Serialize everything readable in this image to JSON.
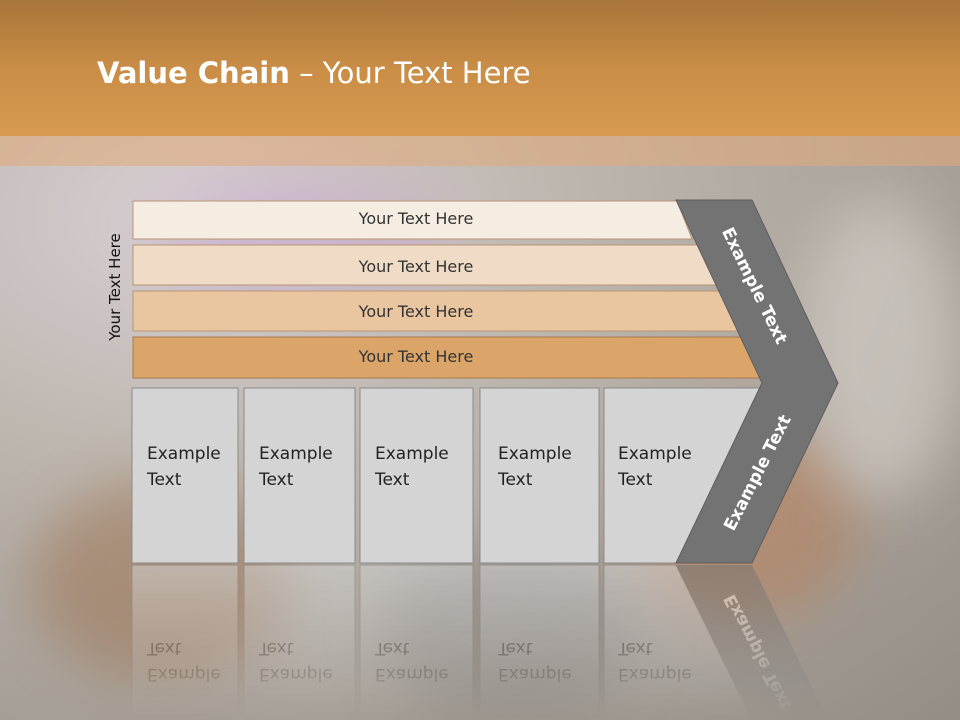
{
  "slide": {
    "title_bold": "Value Chain",
    "title_rest": " – Your Text Here",
    "side_label": "Your Text Here"
  },
  "bars": [
    {
      "label": "Your Text Here",
      "color": "#f5ece2"
    },
    {
      "label": "Your Text Here",
      "color": "#f0dcc6"
    },
    {
      "label": "Your Text Here",
      "color": "#e9c6a0"
    },
    {
      "label": "Your Text Here",
      "color": "#dba468"
    }
  ],
  "boxes": [
    {
      "line1": "Example",
      "line2": "Text"
    },
    {
      "line1": "Example",
      "line2": "Text"
    },
    {
      "line1": "Example",
      "line2": "Text"
    },
    {
      "line1": "Example",
      "line2": "Text"
    },
    {
      "line1": "Example",
      "line2": "Text"
    }
  ],
  "chevron": {
    "upper_label": "Example Text",
    "lower_label": "Example Text",
    "color": "#737373"
  },
  "colors": {
    "header": "#c98d46",
    "box_fill": "#d4d4d4",
    "box_stroke": "#8a8a8a"
  }
}
